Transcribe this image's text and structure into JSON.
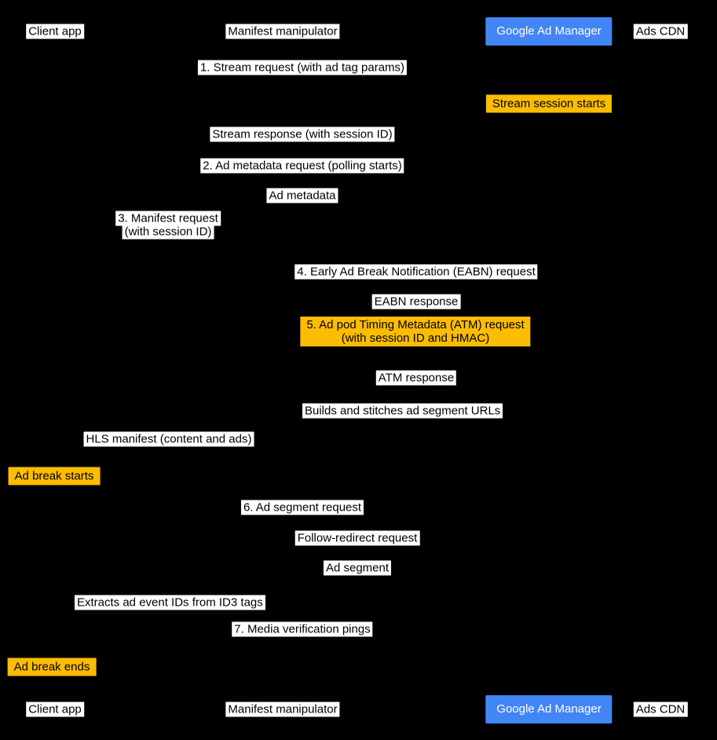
{
  "colors": {
    "background": "#000000",
    "participant_blue": "#4285F4",
    "note_yellow": "#FBBC04",
    "label_white": "#FFFFFF"
  },
  "participants": {
    "client_app": "Client app",
    "manifest_manipulator": "Manifest manipulator",
    "google_ad_manager": "Google Ad Manager",
    "ads_cdn": "Ads CDN"
  },
  "messages": {
    "m1_stream_request": "1. Stream request (with ad tag params)",
    "note_stream_session_starts": "Stream session starts",
    "m1_stream_response": "Stream response (with session ID)",
    "m2_ad_metadata_request": "2. Ad metadata request (polling starts)",
    "m2_ad_metadata": "Ad metadata",
    "m3_manifest_request_line1": "3. Manifest request",
    "m3_manifest_request_line2": "(with session ID)",
    "m4_eabn_request": "4. Early Ad Break Notification (EABN) request",
    "m4_eabn_response": "EABN response",
    "m5_atm_request": "5. Ad pod Timing Metadata (ATM) request\n(with session ID and HMAC)",
    "m5_atm_response": "ATM response",
    "self_builds_stitches": "Builds and stitches ad segment URLs",
    "m_hls_manifest": "HLS manifest (content and ads)",
    "note_ad_break_starts": "Ad break starts",
    "m6_ad_segment_request": "6. Ad segment request",
    "m6_follow_redirect": "Follow-redirect request",
    "m6_ad_segment": "Ad segment",
    "self_extracts_id3": "Extracts ad event IDs from ID3 tags",
    "m7_media_verification": "7. Media verification pings",
    "note_ad_break_ends": "Ad break ends"
  }
}
